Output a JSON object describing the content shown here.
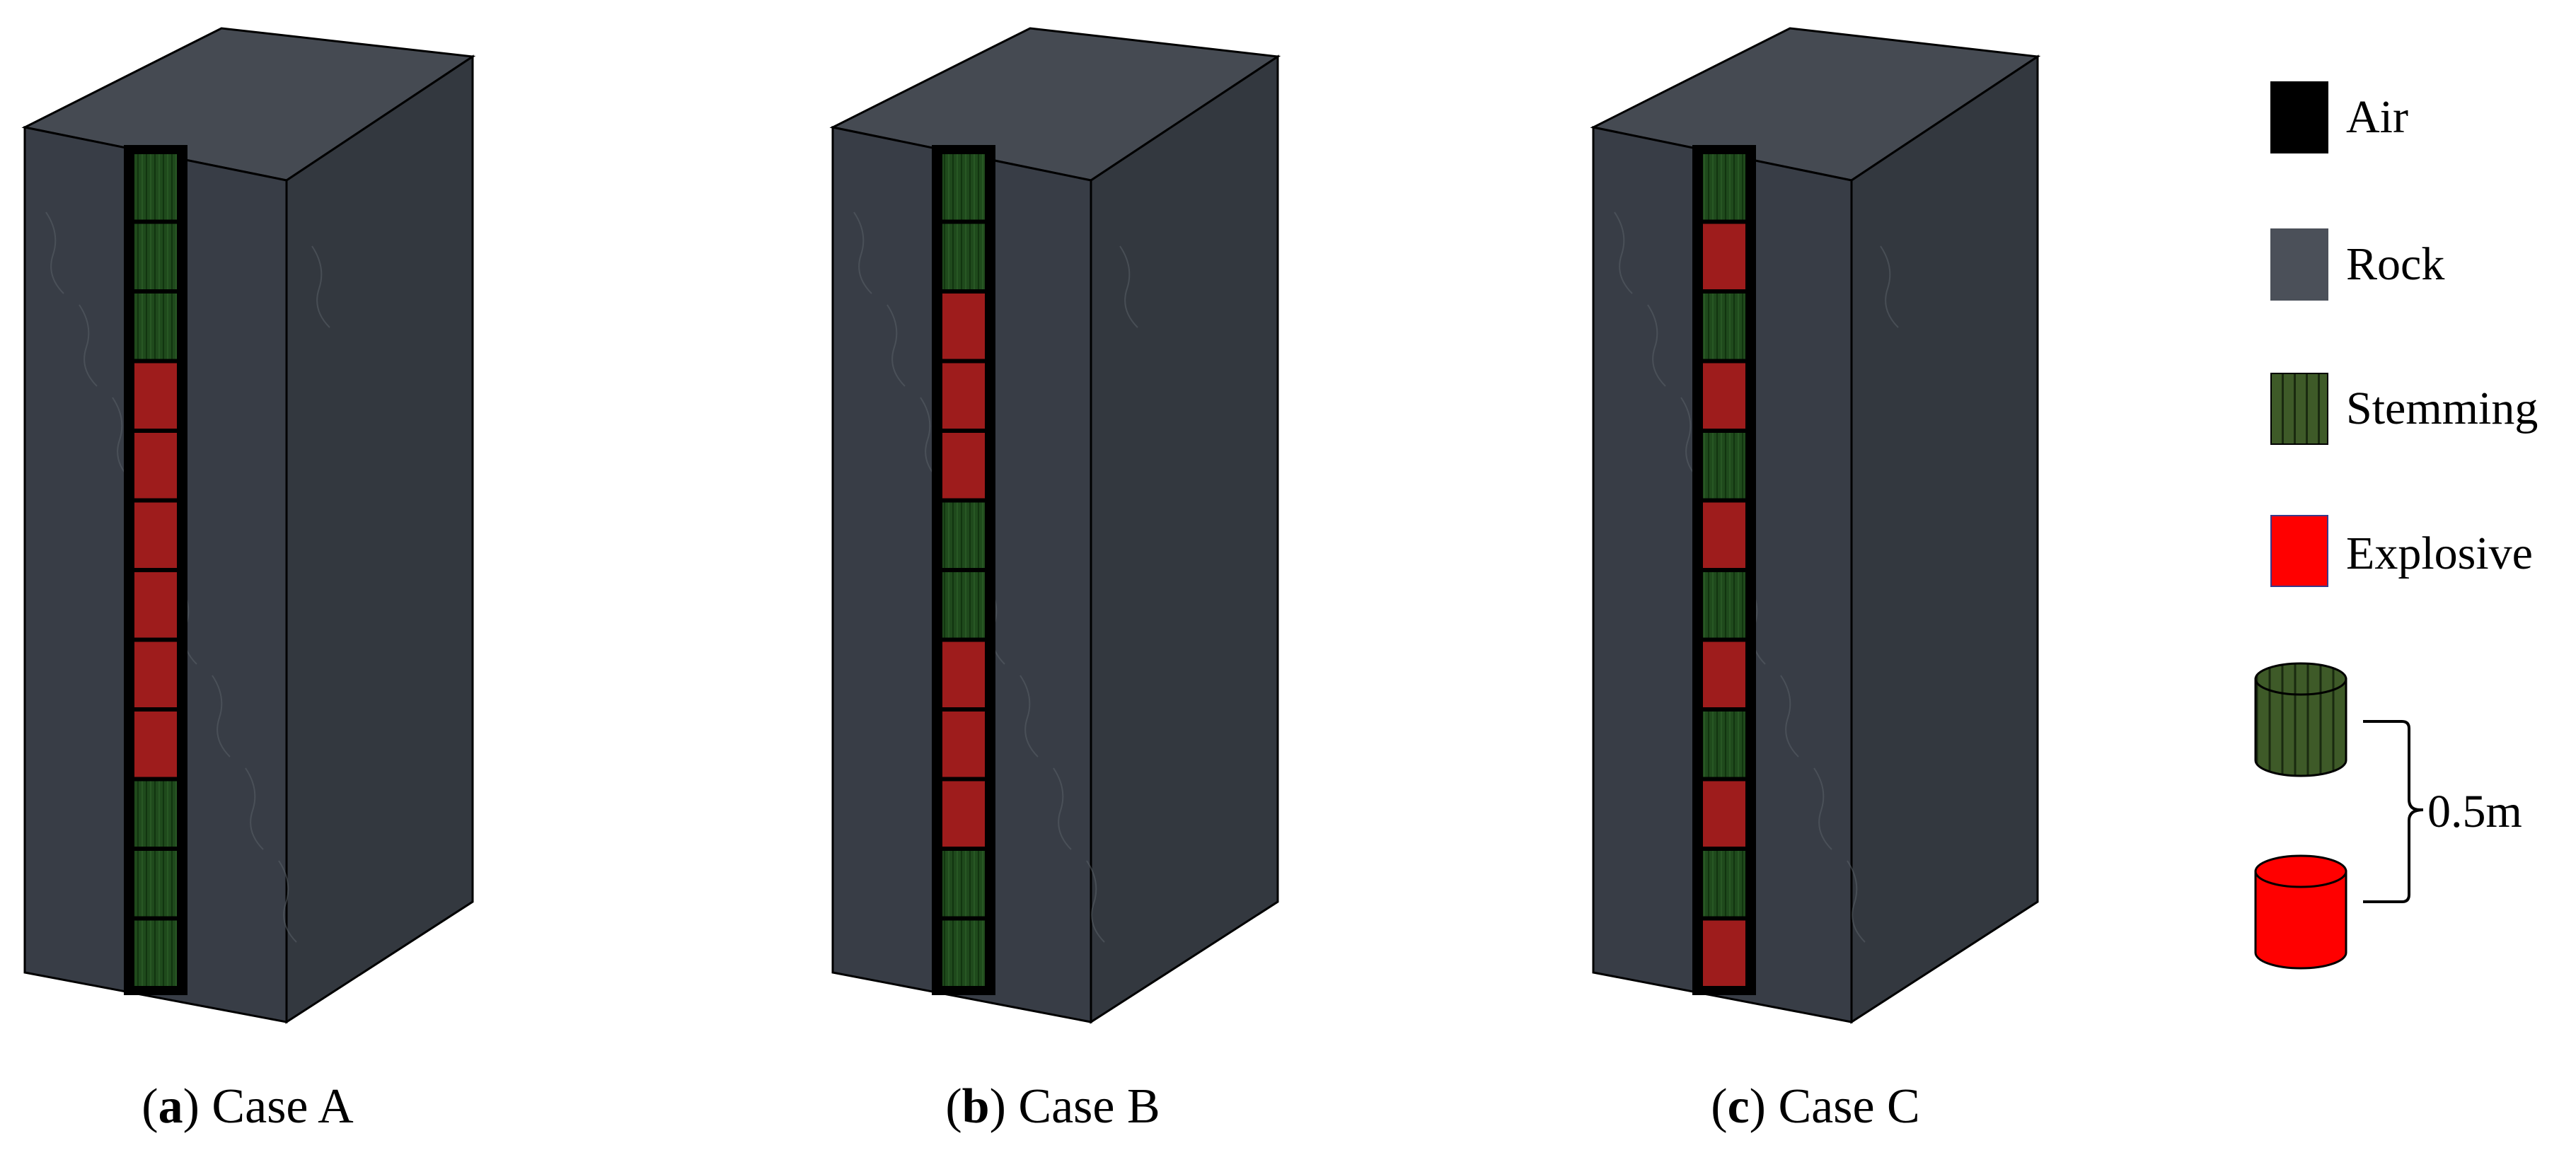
{
  "figure": {
    "cases": [
      {
        "tag": "a",
        "label": "Case A",
        "column_from_top": [
          "stemming",
          "stemming",
          "stemming",
          "explosive",
          "explosive",
          "explosive",
          "explosive",
          "explosive",
          "explosive",
          "stemming",
          "stemming",
          "stemming"
        ]
      },
      {
        "tag": "b",
        "label": "Case B",
        "column_from_top": [
          "stemming",
          "stemming",
          "explosive",
          "explosive",
          "explosive",
          "stemming",
          "stemming",
          "explosive",
          "explosive",
          "explosive",
          "stemming",
          "stemming"
        ]
      },
      {
        "tag": "c",
        "label": "Case C",
        "column_from_top": [
          "stemming",
          "explosive",
          "stemming",
          "explosive",
          "stemming",
          "explosive",
          "stemming",
          "explosive",
          "stemming",
          "explosive",
          "stemming",
          "explosive"
        ]
      }
    ],
    "legend": [
      {
        "key": "air",
        "label": "Air"
      },
      {
        "key": "rock",
        "label": "Rock"
      },
      {
        "key": "stemming",
        "label": "Stemming"
      },
      {
        "key": "explosive",
        "label": "Explosive"
      }
    ],
    "scale_label": "0.5m"
  },
  "colors": {
    "air": "#000000",
    "rock": "#4b5059",
    "rock_front": "#383d46",
    "rock_side": "#33383f",
    "rock_top": "#454a52",
    "stemming": "#1f4a1c",
    "stemming_legend": "#3e5a28",
    "explosive": "#9e1c1c",
    "explosive_legend": "#ff0000"
  }
}
